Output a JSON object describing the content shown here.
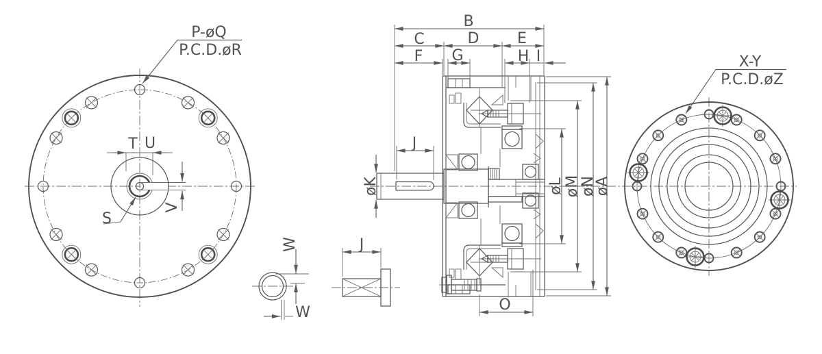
{
  "colors": {
    "background": "#ffffff",
    "line": "#58595c",
    "text": "#4f5154"
  },
  "front_view": {
    "callout_holes": "P-øQ",
    "callout_pcd": "P.C.D.øR",
    "dim_t": "T",
    "dim_u": "U",
    "dim_v": "V",
    "dim_s": "S"
  },
  "section_view": {
    "dim_b": "B",
    "dim_c": "C",
    "dim_d": "D",
    "dim_e": "E",
    "dim_f": "F",
    "dim_g": "G",
    "dim_h": "H",
    "dim_i": "I",
    "dim_j": "J",
    "dim_k": "øK",
    "dim_l": "øL",
    "dim_m": "øM",
    "dim_n": "øN",
    "dim_a": "øA",
    "dim_o": "O"
  },
  "rear_view": {
    "callout_holes": "X-Y",
    "callout_pcd": "P.C.D.øZ"
  },
  "pin_detail": {
    "dim_w": "W"
  },
  "key_detail": {
    "dim_j": "J"
  }
}
